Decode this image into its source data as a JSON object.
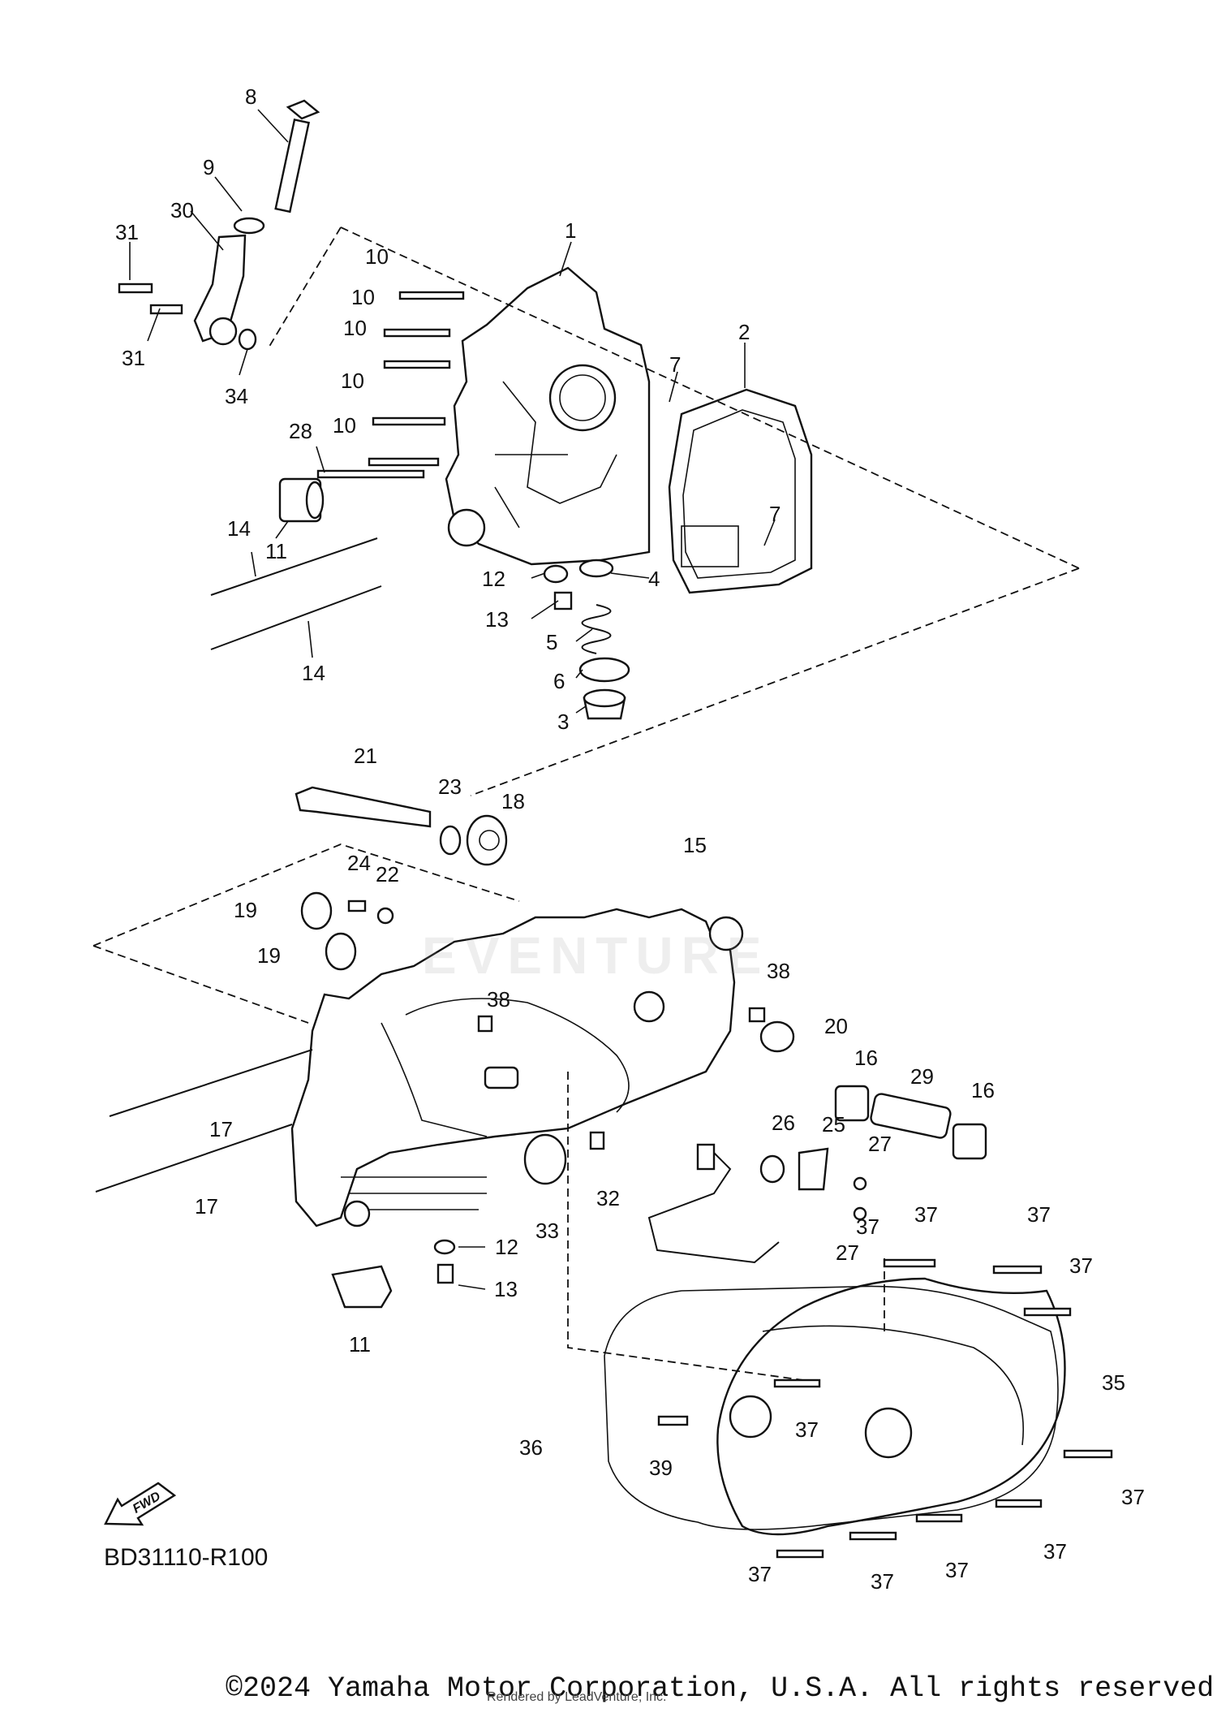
{
  "diagram": {
    "code": "BD31110-R100",
    "orientation_badge": "FWD",
    "copyright": "©2024 Yamaha Motor Corporation, U.S.A. All rights reserved.",
    "watermark_text": "Rendered by LeadVenture, Inc.",
    "watermark_brand": "EVENTURE",
    "callouts": [
      "1",
      "2",
      "3",
      "4",
      "5",
      "6",
      "7",
      "7",
      "8",
      "9",
      "10",
      "10",
      "10",
      "10",
      "10",
      "11",
      "11",
      "12",
      "12",
      "13",
      "13",
      "14",
      "14",
      "15",
      "16",
      "16",
      "17",
      "17",
      "18",
      "19",
      "19",
      "20",
      "21",
      "22",
      "23",
      "24",
      "25",
      "26",
      "27",
      "27",
      "28",
      "29",
      "30",
      "31",
      "31",
      "32",
      "33",
      "34",
      "35",
      "36",
      "37",
      "37",
      "37",
      "37",
      "37",
      "37",
      "37",
      "37",
      "37",
      "37",
      "38",
      "38",
      "39"
    ]
  }
}
